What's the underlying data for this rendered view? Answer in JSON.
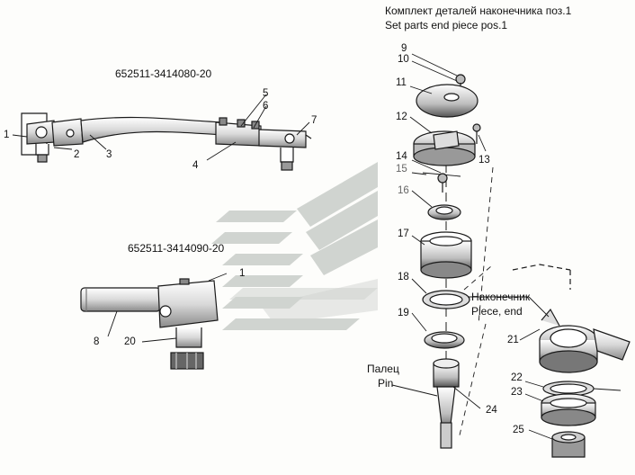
{
  "header": {
    "line_ru": "Комплект деталей наконечника поз.1",
    "line_en": "Set parts end piece pos.1"
  },
  "assemblies": {
    "top_code": "652511-3414080-20",
    "bottom_code": "652511-3414090-20"
  },
  "callouts": {
    "piece_end_ru": "Наконечник",
    "piece_end_en": "Piece, end",
    "pin_ru": "Палец",
    "pin_en": "Pin"
  },
  "part_numbers": {
    "n1a": "1",
    "n2": "2",
    "n3": "3",
    "n4": "4",
    "n5": "5",
    "n6": "6",
    "n7": "7",
    "n1b": "1",
    "n8": "8",
    "n20": "20",
    "n9": "9",
    "n10": "10",
    "n11": "11",
    "n12": "12",
    "n13": "13",
    "n14": "14",
    "n15": "15",
    "n16": "16",
    "n17": "17",
    "n18": "18",
    "n19": "19",
    "n21": "21",
    "n22": "22",
    "n23": "23",
    "n24": "24",
    "n25": "25"
  },
  "colors": {
    "line": "#1a1a1a",
    "watermark": "#c8ccc8",
    "shade": "#9a9a9a",
    "gray_label": "#666666"
  }
}
